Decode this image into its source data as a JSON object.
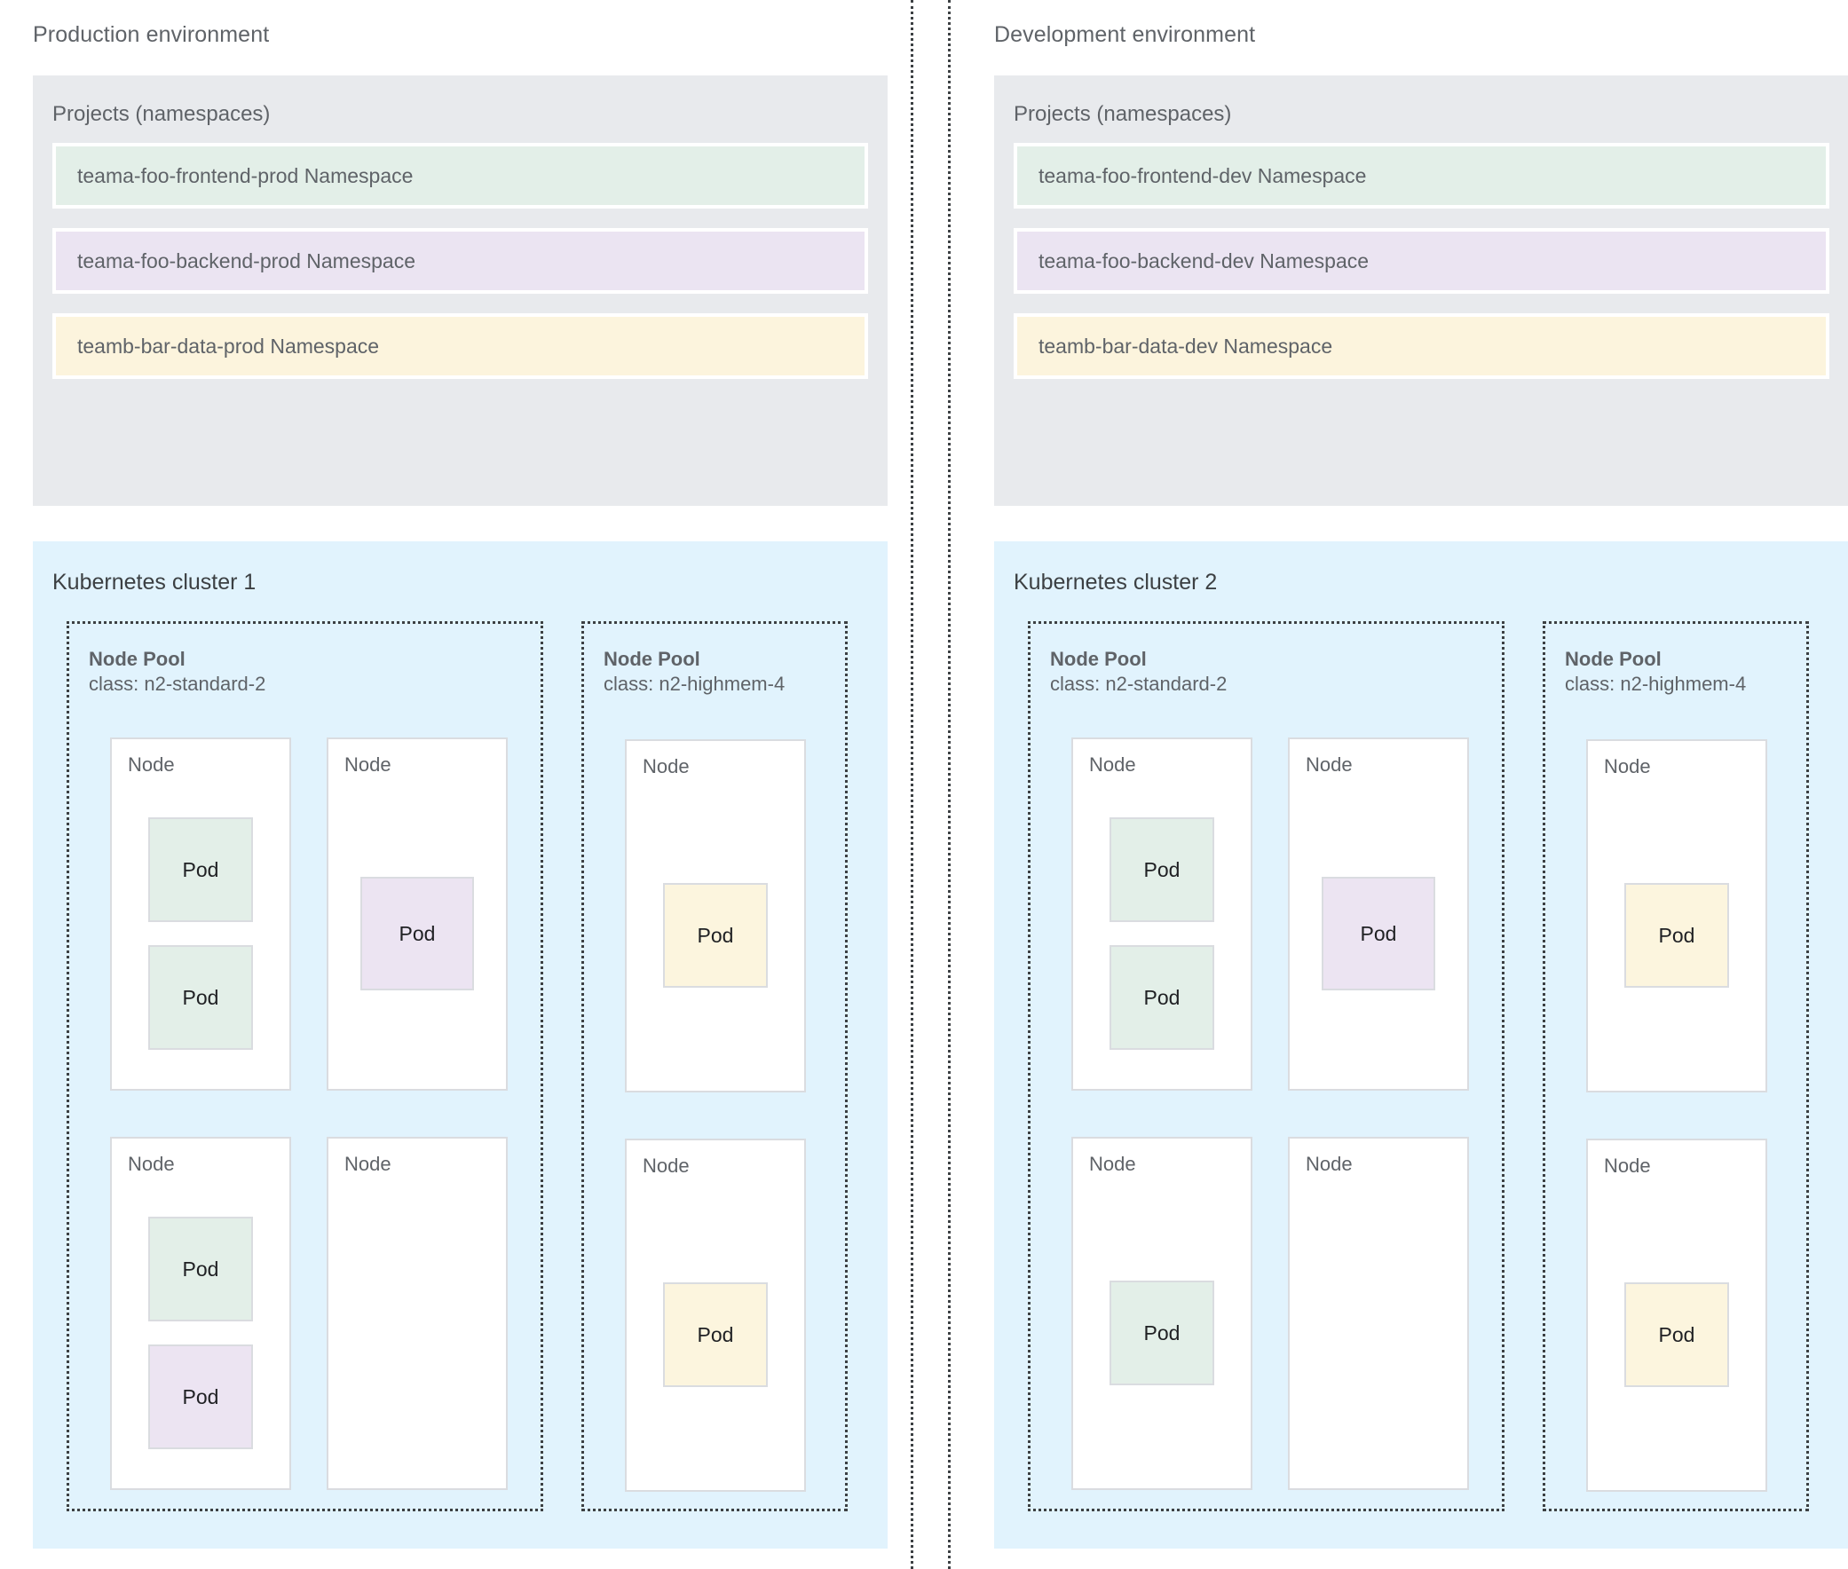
{
  "environments": [
    {
      "title": "Production environment",
      "projects": {
        "title": "Projects (namespaces)",
        "namespaces": [
          {
            "label": "teama-foo-frontend-prod Namespace",
            "color": "green"
          },
          {
            "label": "teama-foo-backend-prod Namespace",
            "color": "purple"
          },
          {
            "label": "teamb-bar-data-prod Namespace",
            "color": "yellow"
          }
        ]
      },
      "cluster": {
        "title": "Kubernetes cluster 1",
        "pools": [
          {
            "name": "Node Pool",
            "class": "class: n2-standard-2",
            "columns": 2,
            "nodes": [
              {
                "label": "Node",
                "pods": [
                  {
                    "label": "Pod",
                    "color": "green"
                  },
                  {
                    "label": "Pod",
                    "color": "green"
                  }
                ]
              },
              {
                "label": "Node",
                "pods": [
                  {
                    "label": "Pod",
                    "color": "purple",
                    "size": "big"
                  }
                ]
              },
              {
                "label": "Node",
                "pods": [
                  {
                    "label": "Pod",
                    "color": "green"
                  },
                  {
                    "label": "Pod",
                    "color": "purple"
                  }
                ]
              },
              {
                "label": "Node",
                "pods": []
              }
            ]
          },
          {
            "name": "Node Pool",
            "class": "class: n2-highmem-4",
            "columns": 1,
            "nodes": [
              {
                "label": "Node",
                "pods": [
                  {
                    "label": "Pod",
                    "color": "yellow"
                  }
                ]
              },
              {
                "label": "Node",
                "pods": [
                  {
                    "label": "Pod",
                    "color": "yellow"
                  }
                ]
              }
            ]
          }
        ]
      }
    },
    {
      "title": "Development environment",
      "projects": {
        "title": "Projects (namespaces)",
        "namespaces": [
          {
            "label": "teama-foo-frontend-dev Namespace",
            "color": "green"
          },
          {
            "label": "teama-foo-backend-dev Namespace",
            "color": "purple"
          },
          {
            "label": "teamb-bar-data-dev Namespace",
            "color": "yellow"
          }
        ]
      },
      "cluster": {
        "title": "Kubernetes cluster 2",
        "pools": [
          {
            "name": "Node Pool",
            "class": "class: n2-standard-2",
            "columns": 2,
            "nodes": [
              {
                "label": "Node",
                "pods": [
                  {
                    "label": "Pod",
                    "color": "green"
                  },
                  {
                    "label": "Pod",
                    "color": "green"
                  }
                ]
              },
              {
                "label": "Node",
                "pods": [
                  {
                    "label": "Pod",
                    "color": "purple",
                    "size": "big"
                  }
                ]
              },
              {
                "label": "Node",
                "pods": [
                  {
                    "label": "Pod",
                    "color": "green"
                  }
                ]
              },
              {
                "label": "Node",
                "pods": []
              }
            ]
          },
          {
            "name": "Node Pool",
            "class": "class: n2-highmem-4",
            "columns": 1,
            "nodes": [
              {
                "label": "Node",
                "pods": [
                  {
                    "label": "Pod",
                    "color": "yellow"
                  }
                ]
              },
              {
                "label": "Node",
                "pods": [
                  {
                    "label": "Pod",
                    "color": "yellow"
                  }
                ]
              }
            ]
          }
        ]
      }
    }
  ],
  "palette": {
    "green": "#e3efe8",
    "purple": "#ece4f2",
    "yellow": "#fcf5de",
    "projects_bg": "#e8eaed",
    "cluster_bg": "#e1f3fd",
    "border": "#dadce0",
    "text": "#5f6368"
  }
}
